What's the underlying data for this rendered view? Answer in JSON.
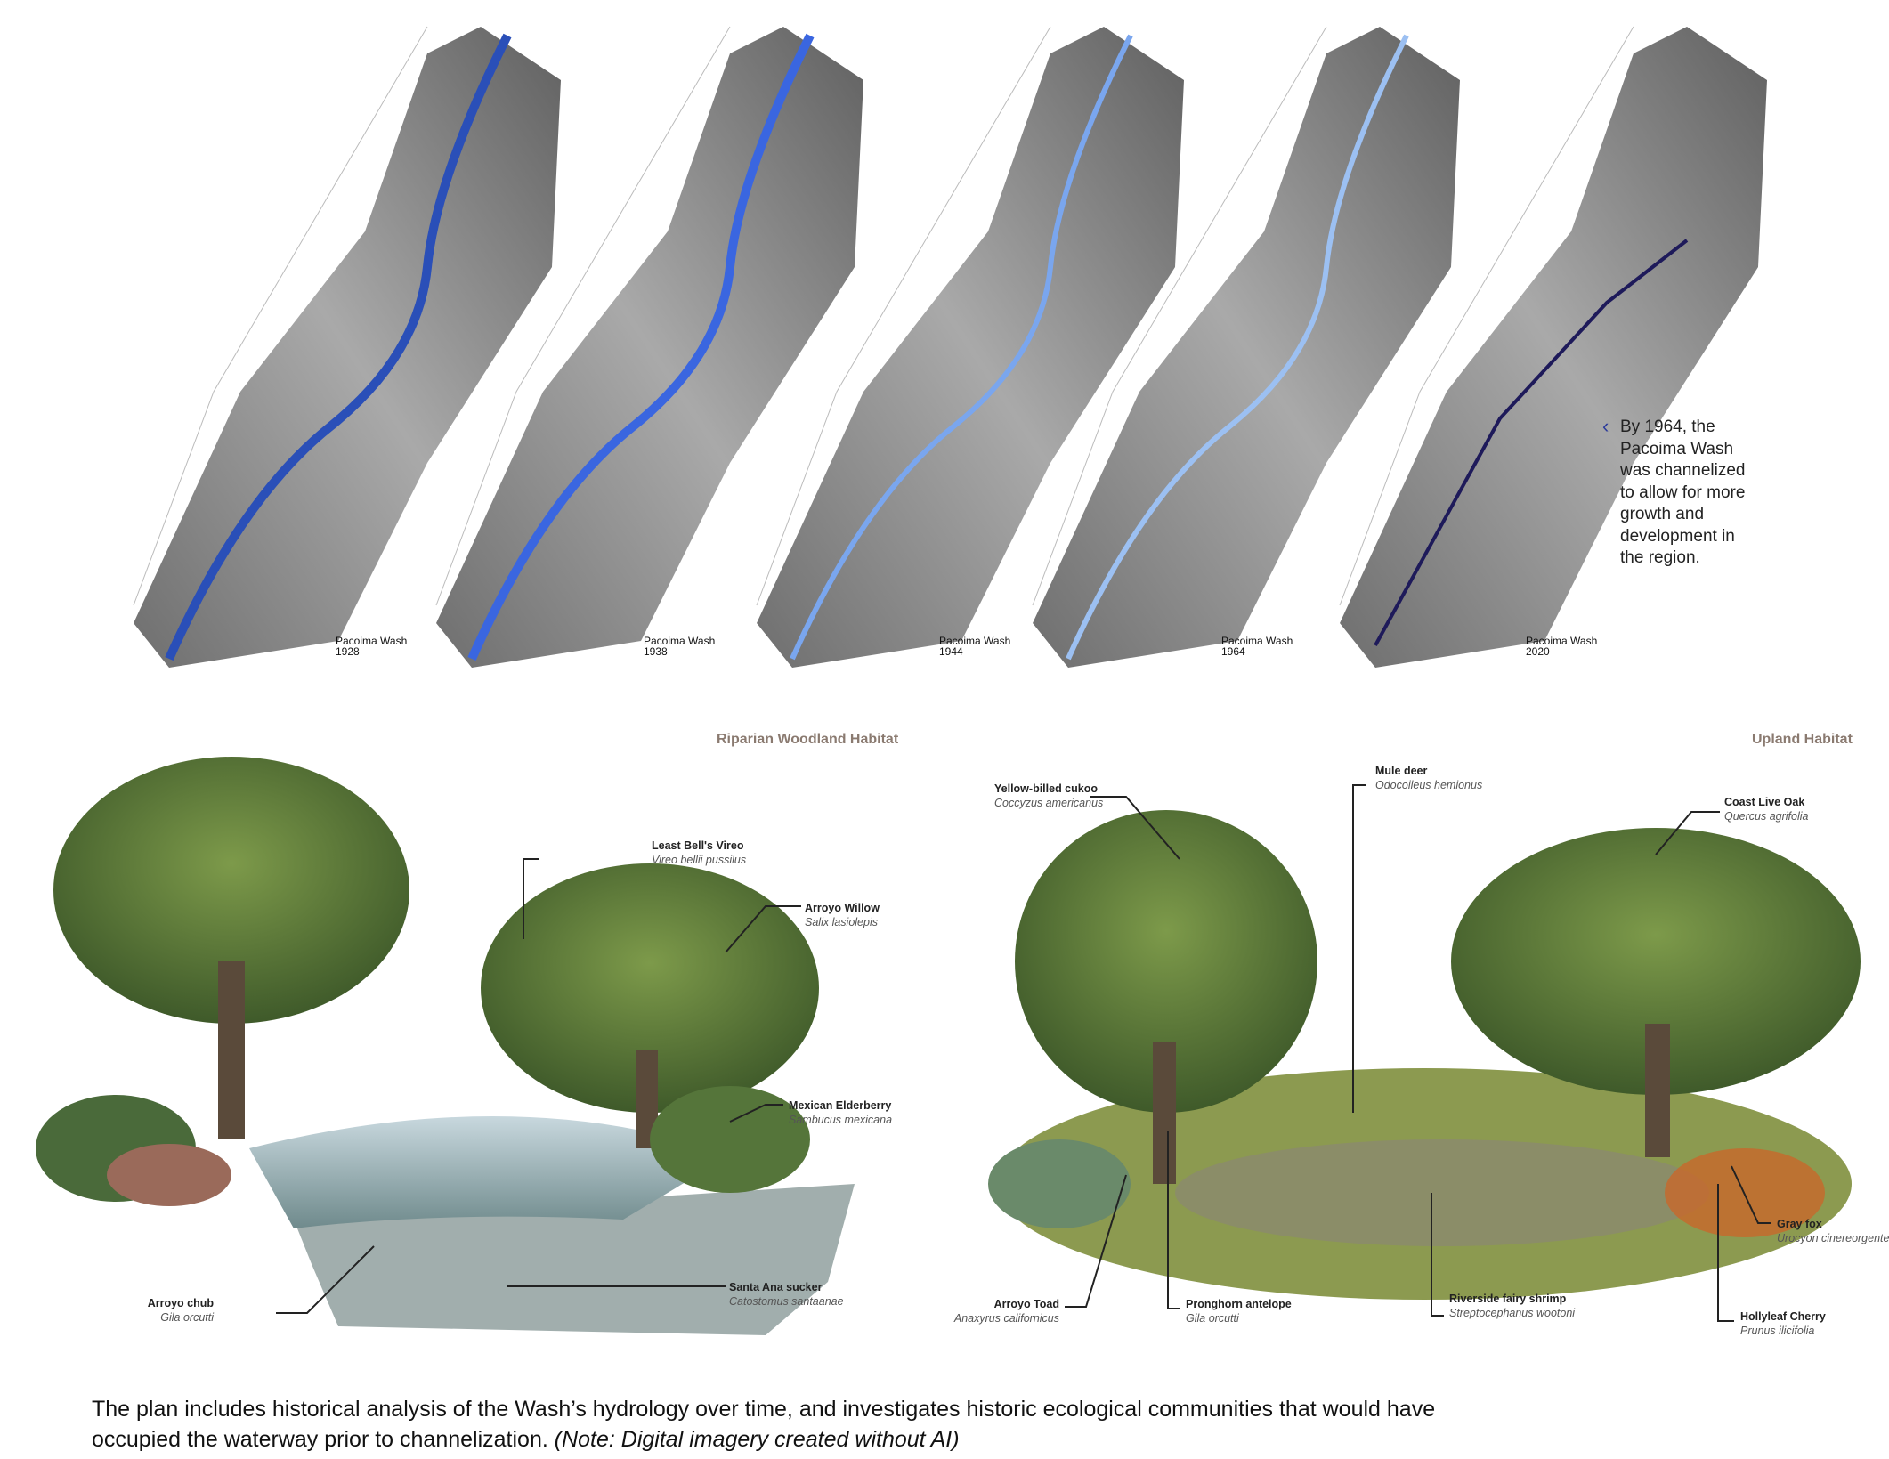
{
  "maps": [
    {
      "name": "Pacoima Wash",
      "year": "1928",
      "river_color": "#2a4fb8"
    },
    {
      "name": "Pacoima Wash",
      "year": "1938",
      "river_color": "#3a66e0"
    },
    {
      "name": "Pacoima Wash",
      "year": "1944",
      "river_color": "#7aa6ee"
    },
    {
      "name": "Pacoima Wash",
      "year": "1964",
      "river_color": "#9cc0f2"
    },
    {
      "name": "Pacoima Wash",
      "year": "2020",
      "river_color": "#1e1a5a"
    }
  ],
  "callout": "By 1964, the Pacoima Wash was channelized to allow for more growth and development in the region.",
  "riparian": {
    "title": "Riparian Woodland Habitat",
    "species": [
      {
        "common": "Least Bell's Vireo",
        "scientific": "Vireo bellii pussilus"
      },
      {
        "common": "Arroyo Willow",
        "scientific": "Salix lasiolepis"
      },
      {
        "common": "Mexican Elderberry",
        "scientific": "Sambucus mexicana"
      },
      {
        "common": "Arroyo chub",
        "scientific": "Gila orcutti"
      },
      {
        "common": "Santa Ana sucker",
        "scientific": "Catostomus santaanae"
      }
    ]
  },
  "upland": {
    "title": "Upland Habitat",
    "species": [
      {
        "common": "Yellow-billed cukoo",
        "scientific": "Coccyzus americanus"
      },
      {
        "common": "Mule deer",
        "scientific": "Odocoileus hemionus"
      },
      {
        "common": "Coast Live Oak",
        "scientific": "Quercus agrifolia"
      },
      {
        "common": "Gray fox",
        "scientific": "Urocyon cinereorgenteus"
      },
      {
        "common": "Hollyleaf Cherry",
        "scientific": "Prunus ilicifolia"
      },
      {
        "common": "Riverside fairy shrimp",
        "scientific": "Streptocephanus wootoni"
      },
      {
        "common": "Pronghorn antelope",
        "scientific": "Gila orcutti"
      },
      {
        "common": "Arroyo Toad",
        "scientific": "Anaxyrus californicus"
      }
    ]
  },
  "caption": {
    "text": "The plan includes historical analysis of the Wash’s hydrology over time, and investigates historic ecological communities that would have occupied the waterway prior to channelization.",
    "note": "(Note: Digital imagery created without AI)"
  }
}
